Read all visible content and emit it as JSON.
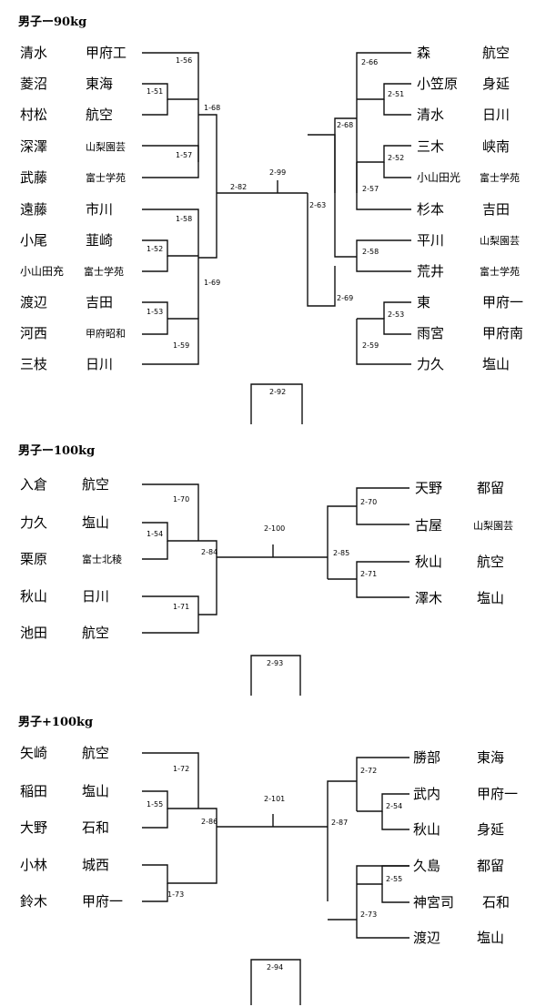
{
  "brackets": [
    {
      "title": "男子ー90kg",
      "left": [
        {
          "name": "清水",
          "school": "甲府工"
        },
        {
          "name": "菱沼",
          "school": "東海"
        },
        {
          "name": "村松",
          "school": "航空"
        },
        {
          "name": "深澤",
          "school": "山梨園芸"
        },
        {
          "name": "武藤",
          "school": "富士学苑"
        },
        {
          "name": "遠藤",
          "school": "市川"
        },
        {
          "name": "小尾",
          "school": "韮崎"
        },
        {
          "name": "小山田充",
          "school": "富士学苑"
        },
        {
          "name": "渡辺",
          "school": "吉田"
        },
        {
          "name": "河西",
          "school": "甲府昭和"
        },
        {
          "name": "三枝",
          "school": "日川"
        }
      ],
      "right": [
        {
          "name": "森",
          "school": "航空"
        },
        {
          "name": "小笠原",
          "school": "身延"
        },
        {
          "name": "清水",
          "school": "日川"
        },
        {
          "name": "三木",
          "school": "峡南"
        },
        {
          "name": "小山田光",
          "school": "富士学苑"
        },
        {
          "name": "杉本",
          "school": "吉田"
        },
        {
          "name": "平川",
          "school": "山梨園芸"
        },
        {
          "name": "荒井",
          "school": "富士学苑"
        },
        {
          "name": "東",
          "school": "甲府一"
        },
        {
          "name": "雨宮",
          "school": "甲府南"
        },
        {
          "name": "力久",
          "school": "塩山"
        }
      ],
      "matches": [
        "1-56",
        "1-51",
        "1-68",
        "1-57",
        "1-58",
        "1-52",
        "1-69",
        "1-53",
        "1-59",
        "2-82",
        "2-99",
        "2-66",
        "2-51",
        "2-68",
        "2-52",
        "2-57",
        "2-63",
        "2-58",
        "2-53",
        "2-69",
        "2-59"
      ],
      "next": "2-92"
    },
    {
      "title": "男子ー100kg",
      "left": [
        {
          "name": "入倉",
          "school": "航空"
        },
        {
          "name": "力久",
          "school": "塩山"
        },
        {
          "name": "栗原",
          "school": "富士北稜"
        },
        {
          "name": "秋山",
          "school": "日川"
        },
        {
          "name": "池田",
          "school": "航空"
        }
      ],
      "right": [
        {
          "name": "天野",
          "school": "都留"
        },
        {
          "name": "古屋",
          "school": "山梨園芸"
        },
        {
          "name": "秋山",
          "school": "航空"
        },
        {
          "name": "澤木",
          "school": "塩山"
        }
      ],
      "matches": [
        "1-70",
        "1-54",
        "1-71",
        "2-84",
        "2-100",
        "2-70",
        "2-85",
        "2-71"
      ],
      "next": "2-93"
    },
    {
      "title": "男子+100kg",
      "left": [
        {
          "name": "矢崎",
          "school": "航空"
        },
        {
          "name": "稲田",
          "school": "塩山"
        },
        {
          "name": "大野",
          "school": "石和"
        },
        {
          "name": "小林",
          "school": "城西"
        },
        {
          "name": "鈴木",
          "school": "甲府一"
        }
      ],
      "right": [
        {
          "name": "勝部",
          "school": "東海"
        },
        {
          "name": "武内",
          "school": "甲府一"
        },
        {
          "name": "秋山",
          "school": "身延"
        },
        {
          "name": "久島",
          "school": "都留"
        },
        {
          "name": "神宮司",
          "school": "石和"
        },
        {
          "name": "渡辺",
          "school": "塩山"
        }
      ],
      "matches": [
        "1-72",
        "1-55",
        "1-73",
        "2-86",
        "2-101",
        "2-72",
        "2-54",
        "2-87",
        "2-55",
        "2-73"
      ],
      "next": "2-94"
    }
  ]
}
